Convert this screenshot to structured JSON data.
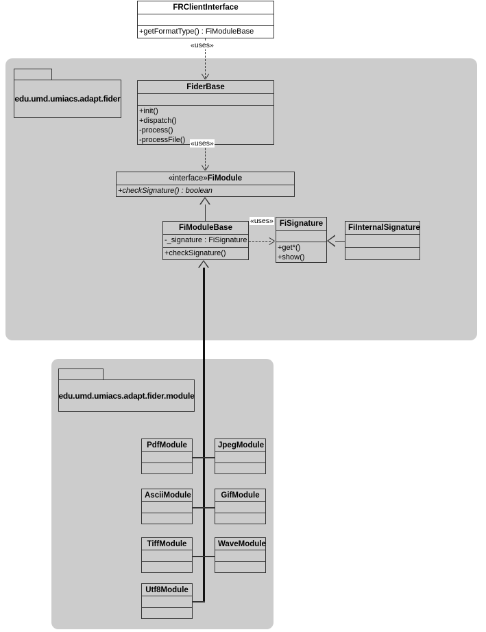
{
  "diagram": {
    "type": "uml-class-diagram",
    "background": "#ffffff",
    "package_fill": "#cccccc",
    "line_color": "#333333"
  },
  "top_class": {
    "name": "FRClientInterface",
    "attributes": [],
    "operations": [
      "+getFormatType() : FiModuleBase"
    ]
  },
  "packages": [
    {
      "id": "fider",
      "label": "edu.umd.umiacs.adapt.fider"
    },
    {
      "id": "module",
      "label": "edu.umd.umiacs.adapt.fider.module"
    }
  ],
  "classes": {
    "fider_base": {
      "name": "FiderBase",
      "attributes": [],
      "operations": [
        "+init()",
        "+dispatch()",
        "-process()",
        "-processFile()"
      ]
    },
    "fi_module": {
      "stereotype": "«interface»",
      "name": "FiModule",
      "operations": [
        "+checkSignature() : boolean"
      ]
    },
    "fi_module_base": {
      "name": "FiModuleBase",
      "attributes": [
        "-_signature : FiSignature"
      ],
      "operations": [
        "+checkSignature()"
      ]
    },
    "fi_signature": {
      "name": "FiSignature",
      "attributes": [],
      "operations": [
        "+get*()",
        "+show()"
      ]
    },
    "fi_internal_signature": {
      "name": "FiInternalSignature",
      "attributes": [],
      "operations": []
    }
  },
  "modules": [
    {
      "name": "PdfModule"
    },
    {
      "name": "JpegModule"
    },
    {
      "name": "AsciiModule"
    },
    {
      "name": "GifModule"
    },
    {
      "name": "TiffModule"
    },
    {
      "name": "WaveModule"
    },
    {
      "name": "Utf8Module"
    }
  ],
  "relationships": [
    {
      "from": "FRClientInterface",
      "to": "FiderBase",
      "kind": "dependency",
      "label": "«uses»"
    },
    {
      "from": "FiderBase",
      "to": "FiModule",
      "kind": "dependency",
      "label": "«uses»"
    },
    {
      "from": "FiModuleBase",
      "to": "FiModule",
      "kind": "generalization",
      "label": ""
    },
    {
      "from": "FiModuleBase",
      "to": "FiSignature",
      "kind": "dependency",
      "label": "«uses»"
    },
    {
      "from": "FiInternalSignature",
      "to": "FiSignature",
      "kind": "generalization",
      "label": ""
    },
    {
      "from": "modules",
      "to": "FiModuleBase",
      "kind": "generalization",
      "label": ""
    }
  ],
  "labels": {
    "uses_top": "«uses»",
    "uses_mid": "«uses»",
    "uses_sig": "«uses»"
  }
}
